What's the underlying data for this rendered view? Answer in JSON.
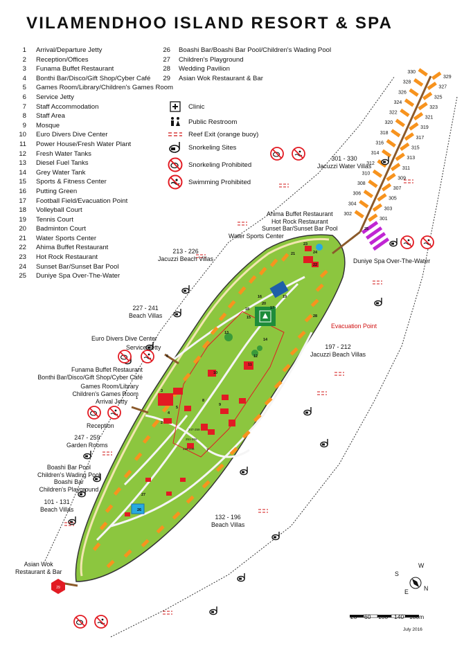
{
  "title": "VILAMENDHOO ISLAND RESORT & SPA",
  "legend_col1": [
    {
      "num": "1",
      "text": "Arrival/Departure Jetty"
    },
    {
      "num": "2",
      "text": "Reception/Offices"
    },
    {
      "num": "3",
      "text": "Funama Buffet Restaurant"
    },
    {
      "num": "4",
      "text": "Bonthi Bar/Disco/Gift Shop/Cyber Café"
    },
    {
      "num": "5",
      "text": "Games Room/Library/Children's Games Room"
    },
    {
      "num": "6",
      "text": "Service Jetty"
    },
    {
      "num": "7",
      "text": "Staff Accommodation"
    },
    {
      "num": "8",
      "text": "Staff Area"
    },
    {
      "num": "9",
      "text": "Mosque"
    },
    {
      "num": "10",
      "text": "Euro Divers Dive Center"
    },
    {
      "num": "11",
      "text": "Power House/Fresh Water Plant"
    },
    {
      "num": "12",
      "text": "Fresh Water Tanks"
    },
    {
      "num": "13",
      "text": "Diesel Fuel Tanks"
    },
    {
      "num": "14",
      "text": "Grey Water Tank"
    },
    {
      "num": "15",
      "text": "Sports & Fitness Center"
    },
    {
      "num": "16",
      "text": "Putting Green"
    },
    {
      "num": "17",
      "text": "Football Field/Evacuation Point"
    },
    {
      "num": "18",
      "text": "Volleyball Court"
    },
    {
      "num": "19",
      "text": "Tennis Court"
    },
    {
      "num": "20",
      "text": "Badminton Court"
    },
    {
      "num": "21",
      "text": "Water Sports Center"
    },
    {
      "num": "22",
      "text": "Ahima Buffet Restaurant"
    },
    {
      "num": "23",
      "text": "Hot Rock Restaurant"
    },
    {
      "num": "24",
      "text": "Sunset Bar/Sunset Bar Pool"
    },
    {
      "num": "25",
      "text": "Duniye Spa Over-The-Water"
    }
  ],
  "legend_col2": [
    {
      "num": "26",
      "text": "Boashi Bar/Boashi Bar Pool/Children's Wading Pool"
    },
    {
      "num": "27",
      "text": "Children's Playground"
    },
    {
      "num": "28",
      "text": "Wedding Pavilion"
    },
    {
      "num": "29",
      "text": "Asian Wok Restaurant & Bar"
    }
  ],
  "symbols": [
    {
      "icon": "clinic-icon",
      "text": "Clinic"
    },
    {
      "icon": "restroom-icon",
      "text": "Public Restroom"
    },
    {
      "icon": "reef-exit-icon",
      "text": "Reef Exit (orange buoy)"
    },
    {
      "icon": "snorkel-icon",
      "text": "Snorkeling Sites"
    },
    {
      "icon": "snorkel-prohibited-icon",
      "text": "Snorkeling Prohibited"
    },
    {
      "icon": "swim-prohibited-icon",
      "text": "Swimming Prohibited"
    }
  ],
  "labels": {
    "water_villas": {
      "range": "301 - 330",
      "name": "Jacuzzi Water Villas"
    },
    "ahima": "Ahima Buffet Restaurant",
    "hot_rock": "Hot Rock Restaurant",
    "sunset": "Sunset Bar/Sunset Bar Pool",
    "water_sports": "Water Sports Center",
    "jacuzzi_213": {
      "range": "213 - 226",
      "name": "Jacuzzi Beach Villas"
    },
    "duniye": "Duniye Spa Over-The-Water",
    "beach_227": {
      "range": "227 - 241",
      "name": "Beach Villas"
    },
    "evacuation": "Evacuation Point",
    "euro_divers": "Euro Divers Dive Center",
    "service_jetty": "Service Jetty",
    "jacuzzi_197": {
      "range": "197 - 212",
      "name": "Jacuzzi Beach Villas"
    },
    "funama": "Funama Buffet Restaurant",
    "bonthi": "Bonthi Bar/Disco/Gift Shop/Cyber Café",
    "games1": "Games Room/Library",
    "games2": "Children's Games Room",
    "arrival": "Arrival Jetty",
    "reception": "Reception",
    "garden": {
      "range": "247 - 259",
      "name": "Garden Rooms"
    },
    "boashi1": "Boashi Bar Pool",
    "boashi2": "Children's Wading Pool",
    "boashi3": "Boashi Bar",
    "boashi4": "Children's Playground",
    "beach_101": {
      "range": "101 - 131",
      "name": "Beach Villas"
    },
    "beach_132": {
      "range": "132 - 196",
      "name": "Beach Villas"
    },
    "asian1": "Asian Wok",
    "asian2": "Restaurant & Bar"
  },
  "water_villa_numbers_left": [
    "330",
    "328",
    "326",
    "324",
    "322",
    "320",
    "318",
    "316",
    "314",
    "312",
    "310",
    "308",
    "306",
    "304",
    "302"
  ],
  "water_villa_numbers_right": [
    "329",
    "327",
    "325",
    "323",
    "321",
    "319",
    "317",
    "315",
    "313",
    "311",
    "309",
    "307",
    "305",
    "303",
    "301"
  ],
  "map_numbers": [
    "1",
    "2",
    "3",
    "4",
    "5",
    "6",
    "7",
    "8",
    "9",
    "10",
    "11",
    "12",
    "13",
    "14",
    "15",
    "16",
    "17",
    "18",
    "19",
    "20",
    "21",
    "22",
    "23",
    "24",
    "25",
    "26",
    "27",
    "28",
    "29"
  ],
  "room_range_labels": [
    "247-259",
    "251-256",
    "238-246"
  ],
  "compass": {
    "s": "S",
    "e": "E",
    "w": "W",
    "n": "N"
  },
  "scale": {
    "ticks": [
      "20",
      "60",
      "100",
      "140",
      "180m"
    ]
  },
  "date": "July 2016",
  "colors": {
    "land": "#8cc63f",
    "lagoon_path": "#f5f5f5",
    "building": "#e21b23",
    "villa": "#f7931e",
    "reef": "#333333"
  }
}
